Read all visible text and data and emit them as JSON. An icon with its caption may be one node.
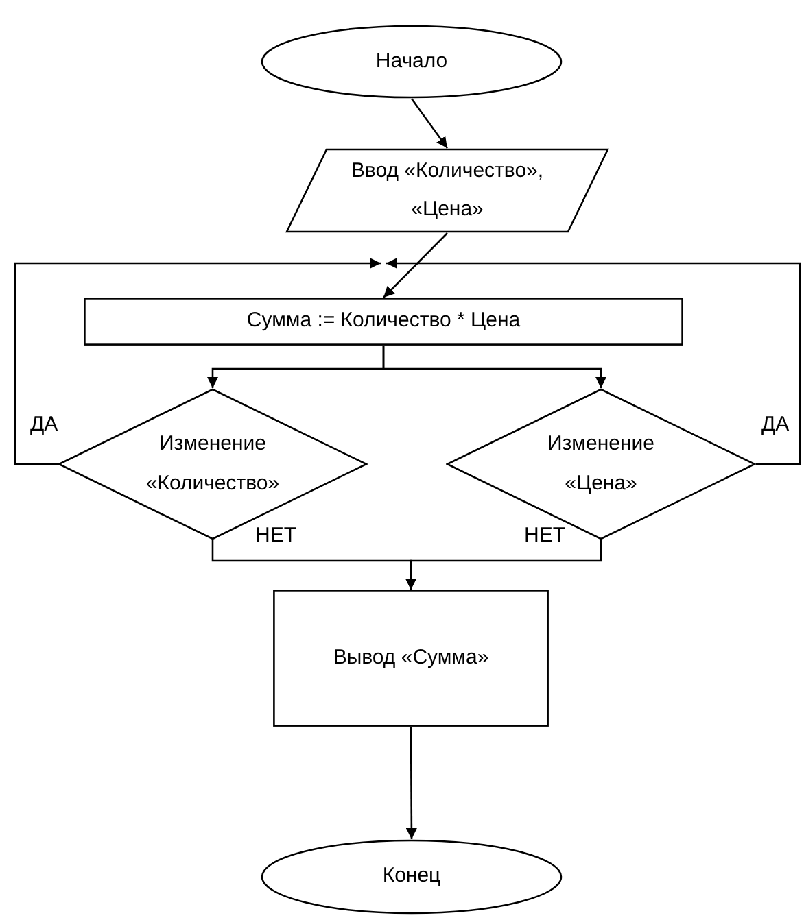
{
  "diagram": {
    "nodes": [
      {
        "text": [
          "Начало"
        ]
      },
      {
        "text": [
          "Ввод «Количество», «Цена»"
        ]
      },
      {
        "text": [
          "Сумма := Количество * Цена"
        ]
      },
      {
        "text": [
          "Изменение «Количество»"
        ]
      },
      {
        "text": [
          "Изменение «Цена»"
        ]
      },
      {
        "text": [
          "Вывод «Сумма»"
        ]
      },
      {
        "text": [
          "Конец"
        ]
      }
    ],
    "edges": [
      {
        "from": 0,
        "to": 1,
        "arrow": "to"
      },
      {
        "from": 1,
        "to": 2,
        "arrow": "to"
      },
      {
        "from": 2,
        "to": 3,
        "arrow": "to"
      },
      {
        "from": 2,
        "to": 4,
        "arrow": "to"
      },
      {
        "from": 3,
        "to": 2,
        "arrow": "to",
        "label": "ДА"
      },
      {
        "from": 4,
        "to": 2,
        "arrow": "to",
        "label": "ДА"
      },
      {
        "from": 3,
        "to": 5,
        "arrow": "to",
        "label": "НЕТ"
      },
      {
        "from": 4,
        "to": 5,
        "arrow": "to",
        "label": "НЕТ"
      },
      {
        "from": 5,
        "to": 6,
        "arrow": "to"
      }
    ]
  }
}
